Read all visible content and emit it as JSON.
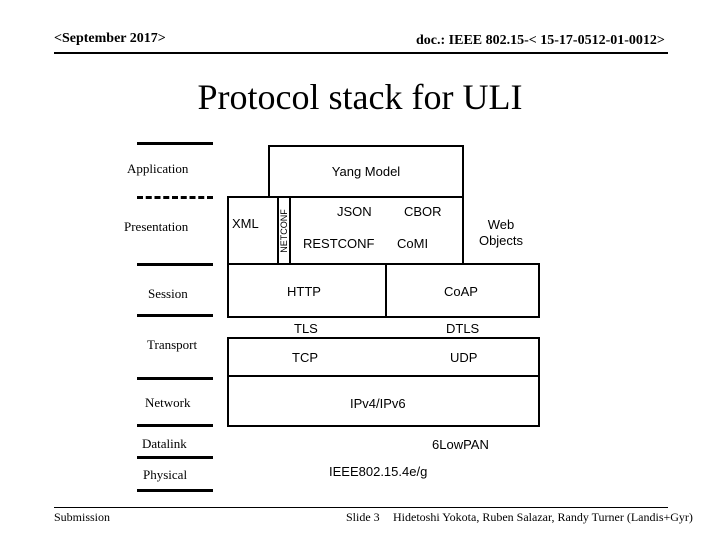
{
  "header": {
    "left": "<September 2017>",
    "right": "doc.: IEEE 802.15-< 15-17-0512-01-0012>"
  },
  "title": "Protocol stack for ULI",
  "layers": {
    "application": "Application",
    "presentation": "Presentation",
    "session": "Session",
    "transport": "Transport",
    "network": "Network",
    "datalink": "Datalink",
    "physical": "Physical"
  },
  "stack": {
    "yang_model": "Yang Model",
    "xml": "XML",
    "netconf": "NETCONF",
    "json": "JSON",
    "cbor": "CBOR",
    "restconf": "RESTCONF",
    "comi": "CoMI",
    "web_objects": "Web\nObjects",
    "http": "HTTP",
    "coap": "CoAP",
    "tls": "TLS",
    "dtls": "DTLS",
    "tcp": "TCP",
    "udp": "UDP",
    "ipv4_ipv6": "IPv4/IPv6",
    "sixlowpan": "6LowPAN",
    "ieee802154": "IEEE802.15.4e/g"
  },
  "footer": {
    "left": "Submission",
    "slide": "Slide 3",
    "authors": "Hidetoshi Yokota, Ruben Salazar, Randy Turner (Landis+Gyr)"
  }
}
